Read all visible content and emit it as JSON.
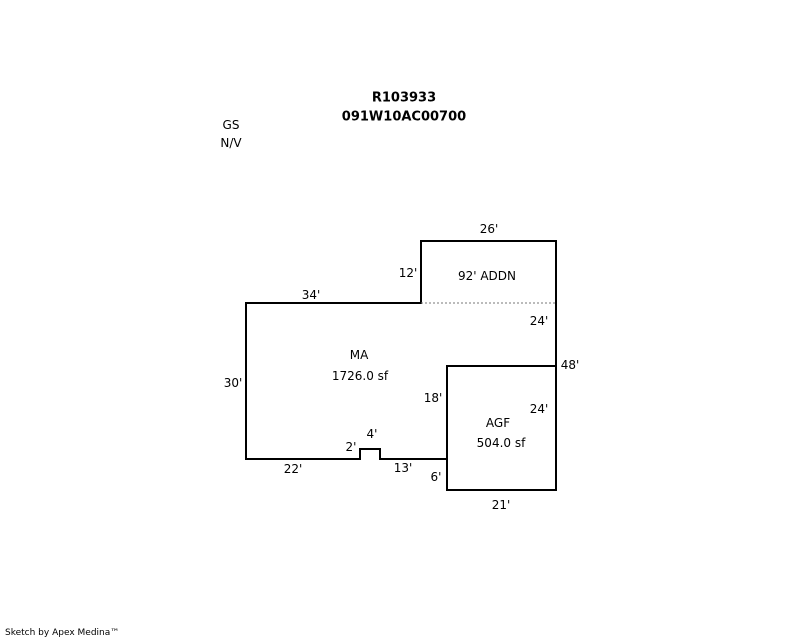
{
  "header": {
    "parcel_id": "R103933",
    "map_number": "091W10AC00700"
  },
  "notes": {
    "code": "GS",
    "status": "N/V"
  },
  "areas": {
    "main": {
      "label": "MA",
      "area": "1726.0 sf"
    },
    "addition": {
      "label": "92' ADDN"
    },
    "garage": {
      "label": "AGF",
      "area": "504.0 sf"
    }
  },
  "dimensions": {
    "top_addn": "26'",
    "addn_left": "12'",
    "main_top": "34'",
    "main_left": "30'",
    "addn_right": "24'",
    "right_total": "48'",
    "garage_right": "24'",
    "garage_left": "18'",
    "garage_bottom": "21'",
    "garage_step": "6'",
    "bottom_right": "13'",
    "bottom_left": "22'",
    "notch_width": "4'",
    "notch_height": "2'"
  },
  "footer": {
    "credit": "Sketch by Apex Medina™"
  }
}
